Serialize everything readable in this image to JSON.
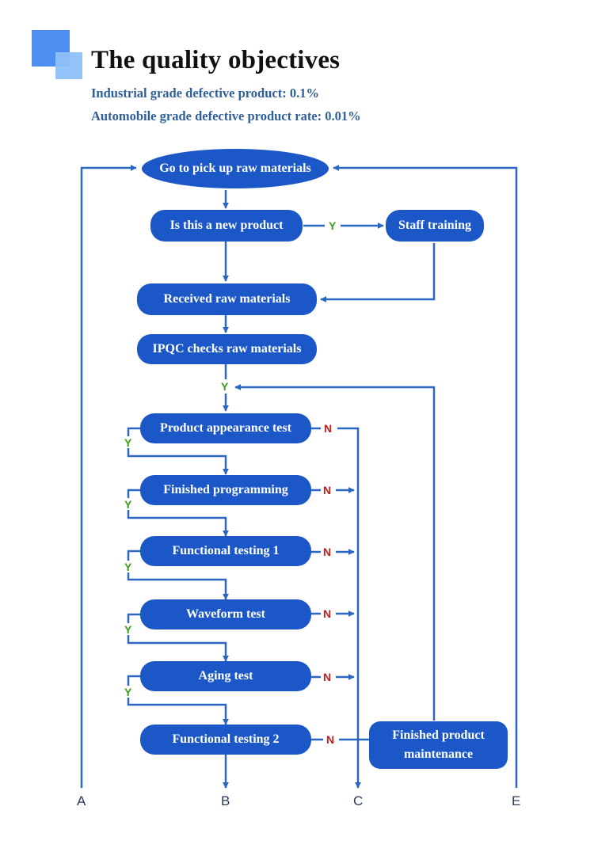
{
  "header": {
    "title": "The quality objectives",
    "line1": "Industrial grade defective product: 0.1%",
    "line2": "Automobile grade defective product rate: 0.01%"
  },
  "colors": {
    "node": "#1b57c7",
    "line": "#2a67c2",
    "yes": "#3c9d1a",
    "no": "#c21b1b",
    "accent_dark": "#4d8ff0",
    "accent_light": "#8ec0f9"
  },
  "flow": {
    "start": "Go to pick up raw materials",
    "new_product": "Is this a new product",
    "staff_training": "Staff training",
    "received": "Received raw materials",
    "ipqc": "IPQC checks raw materials",
    "appearance": "Product appearance test",
    "programming": "Finished programming",
    "func1": "Functional testing 1",
    "waveform": "Waveform test",
    "aging": "Aging test",
    "func2": "Functional testing 2",
    "maintenance": "Finished product maintenance"
  },
  "labels": {
    "yes": "Y",
    "no": "N"
  },
  "endpoints": {
    "a": "A",
    "b": "B",
    "c": "C",
    "e": "E"
  }
}
